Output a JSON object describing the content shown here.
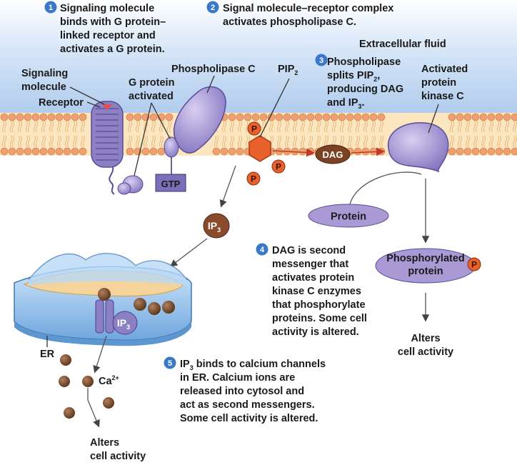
{
  "labels": {
    "extracellular_fluid": "Extracellular fluid",
    "signaling_molecule": [
      "Signaling",
      "molecule"
    ],
    "receptor": "Receptor",
    "g_protein_activated": [
      "G protein",
      "activated"
    ],
    "phospholipase_c": "Phospholipase C",
    "pip2": "PIP",
    "pip2_sub": "2",
    "activated_pkc": [
      "Activated",
      "protein",
      "kinase C"
    ],
    "gtp": "GTP",
    "dag": "DAG",
    "protein": "Protein",
    "ip3": "IP",
    "ip3_sub": "3",
    "phosphorylated_protein": [
      "Phosphorylated",
      "protein"
    ],
    "p": "P",
    "alters_cell_activity_right": [
      "Alters",
      "cell activity"
    ],
    "alters_cell_activity_bottom": [
      "Alters",
      "cell activity"
    ],
    "er": "ER",
    "ca": "Ca",
    "ca_sup": "2+"
  },
  "steps": [
    {
      "number": "1",
      "lines": [
        "Signaling molecule",
        "binds with G protein–",
        "linked receptor and",
        "activates a G protein."
      ]
    },
    {
      "number": "2",
      "lines": [
        "Signal molecule–receptor complex",
        "activates phospholipase C."
      ]
    },
    {
      "number": "3",
      "lines": [
        "Phospholipase",
        "splits PIP",
        "producing DAG",
        "and IP"
      ],
      "subs": [
        "2",
        "3"
      ]
    },
    {
      "number": "4",
      "lines": [
        "DAG is second",
        "messenger that",
        "activates protein",
        "kinase C enzymes",
        "that phosphorylate",
        "proteins. Some cell",
        "activity is altered."
      ]
    },
    {
      "number": "5",
      "lines": [
        "IP",
        " binds to calcium channels",
        "in ER. Calcium ions are",
        "released into cytosol and",
        "act as second messengers.",
        "Some cell activity is altered."
      ],
      "sub": "3"
    }
  ],
  "colors": {
    "fluid_top": "#9fc0e8",
    "lipid_head": "#f0a070",
    "lipid_tail": "#f8d9a0",
    "receptor": "#8c7fc4",
    "enzyme": "#a99ad6",
    "pip_hex": "#e8602a",
    "dag": "#7a4424",
    "ip3": "#8a4a2c",
    "er_blue": "#9cc8ee",
    "er_gold": "#f4d49a",
    "calcium": "#7a5232",
    "step_circle": "#3c78c8"
  }
}
